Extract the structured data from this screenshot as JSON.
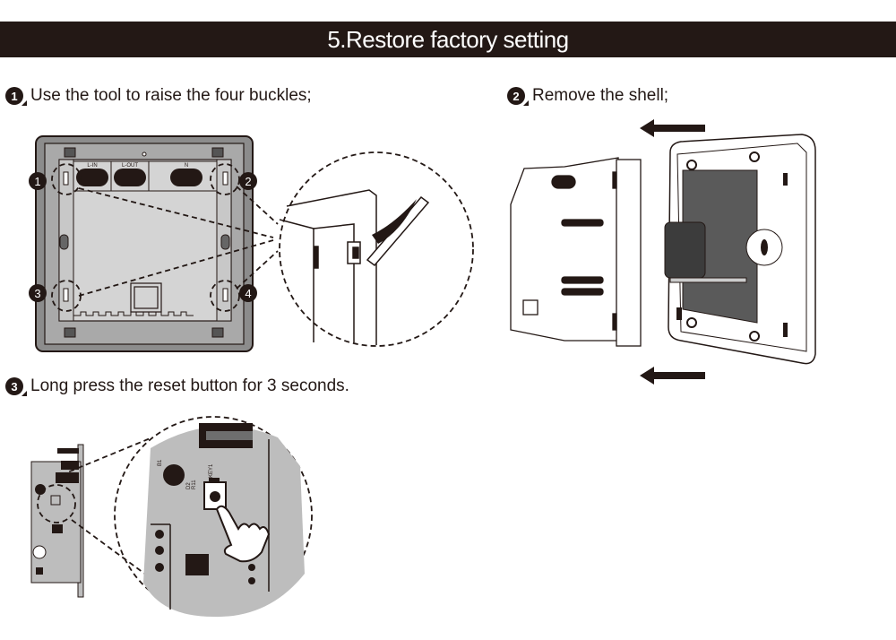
{
  "header": {
    "title": "5.Restore factory setting"
  },
  "steps": [
    {
      "number": "1",
      "text": "Use the tool to raise the four buckles;"
    },
    {
      "number": "2",
      "text": "Remove the shell;"
    },
    {
      "number": "3",
      "text": "Long press the reset button for 3 seconds."
    }
  ],
  "figure1": {
    "terminal_labels": [
      "L-IN",
      "L-OUT",
      "N"
    ],
    "buckle_markers": [
      "1",
      "2",
      "3",
      "4"
    ]
  },
  "figure3": {
    "pcb_labels": {
      "b1": "B1",
      "d2": "D2",
      "r11": "R11",
      "key": "KEY1"
    }
  },
  "colors": {
    "header_bg": "#231815",
    "ink": "#231815",
    "shell_gray": "#8c8c8c",
    "inner_gray": "#d4d4d4",
    "pcb_gray": "#bdbdbd"
  }
}
